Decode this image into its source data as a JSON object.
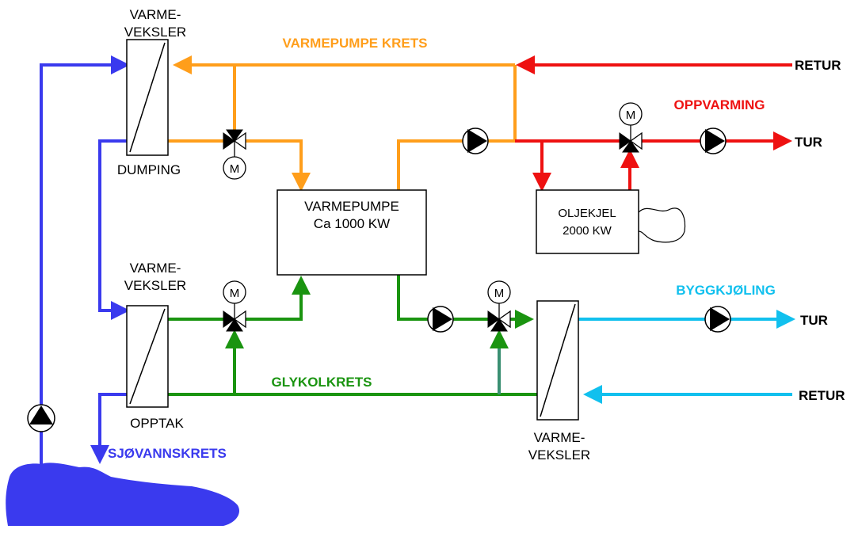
{
  "colors": {
    "sea": "#3a3aee",
    "heat_pump": "#ff9e1b",
    "heating": "#ee1111",
    "glycol": "#1a9410",
    "glycol_valve": "#3a8f72",
    "cooling": "#11c0ee",
    "text": "#000000"
  },
  "labels": {
    "hx_top_line1": "VARME-",
    "hx_top_line2": "VEKSLER",
    "hx_top_caption": "DUMPING",
    "hx_mid_line1": "VARME-",
    "hx_mid_line2": "VEKSLER",
    "hx_mid_caption": "OPPTAK",
    "hx_right_line1": "VARME-",
    "hx_right_line2": "VEKSLER",
    "heat_pump_line1": "VARMEPUMPE",
    "heat_pump_line2": "Ca 1000 KW",
    "boiler_line1": "OLJEKJEL",
    "boiler_line2": "2000 KW",
    "motor": "M",
    "circuit_heat_pump": "VARMEPUMPE KRETS",
    "circuit_heating": "OPPVARMING",
    "circuit_glycol": "GLYKOLKRETS",
    "circuit_cooling": "BYGGKJØLING",
    "circuit_sea": "SJØVANNSKRETS",
    "retur_top": "RETUR",
    "tur_top": "TUR",
    "tur_cooling": "TUR",
    "retur_cooling": "RETUR"
  }
}
